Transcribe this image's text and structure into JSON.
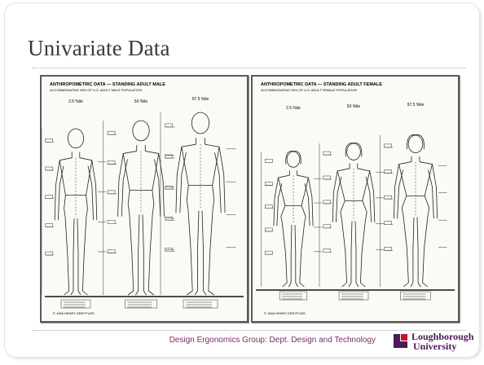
{
  "slide": {
    "title": "Univariate Data",
    "footer": "Design Ergonomics Group: Dept. Design and Technology",
    "logo": {
      "line1": "Loughborough",
      "line2": "University",
      "color": "#4b1a57"
    }
  },
  "figures": [
    {
      "heading": "ANTHROPOMETRIC DATA — STANDING ADULT MALE",
      "subheading": "ACCOMMODATING 95% OF U.S. ADULT MALE POPULATION",
      "percentiles": [
        "2.5 %ile",
        "50 %ile",
        "97.5 %ile"
      ],
      "copyright": "© 1966 HENRY DREYFUSS",
      "figure_sex": "male"
    },
    {
      "heading": "ANTHROPOMETRIC DATA — STANDING ADULT FEMALE",
      "subheading": "ACCOMMODATING 95% OF U.S. ADULT FEMALE POPULATION",
      "percentiles": [
        "2.5 %ile",
        "50 %ile",
        "97.5 %ile"
      ],
      "copyright": "© 1966 HENRY DREYFUSS",
      "figure_sex": "female"
    }
  ]
}
